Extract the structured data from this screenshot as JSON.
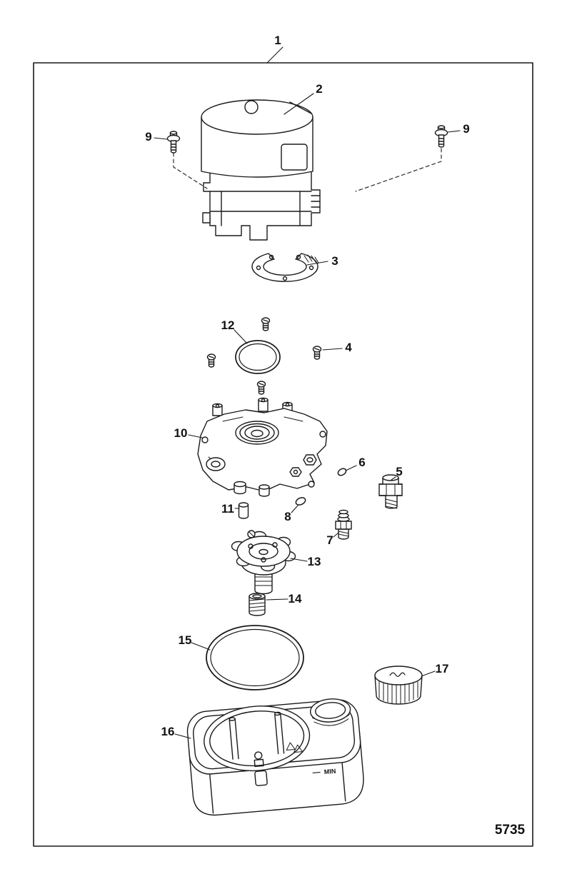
{
  "figure": {
    "code": "5735"
  },
  "reservoir": {
    "level_marking": "MIN"
  },
  "callouts": {
    "n1": "1",
    "n2": "2",
    "n3": "3",
    "n4": "4",
    "n5": "5",
    "n6": "6",
    "n7": "7",
    "n8": "8",
    "n9_left": "9",
    "n9_right": "9",
    "n10": "10",
    "n11": "11",
    "n12": "12",
    "n13": "13",
    "n14": "14",
    "n15": "15",
    "n16": "16",
    "n17": "17"
  }
}
